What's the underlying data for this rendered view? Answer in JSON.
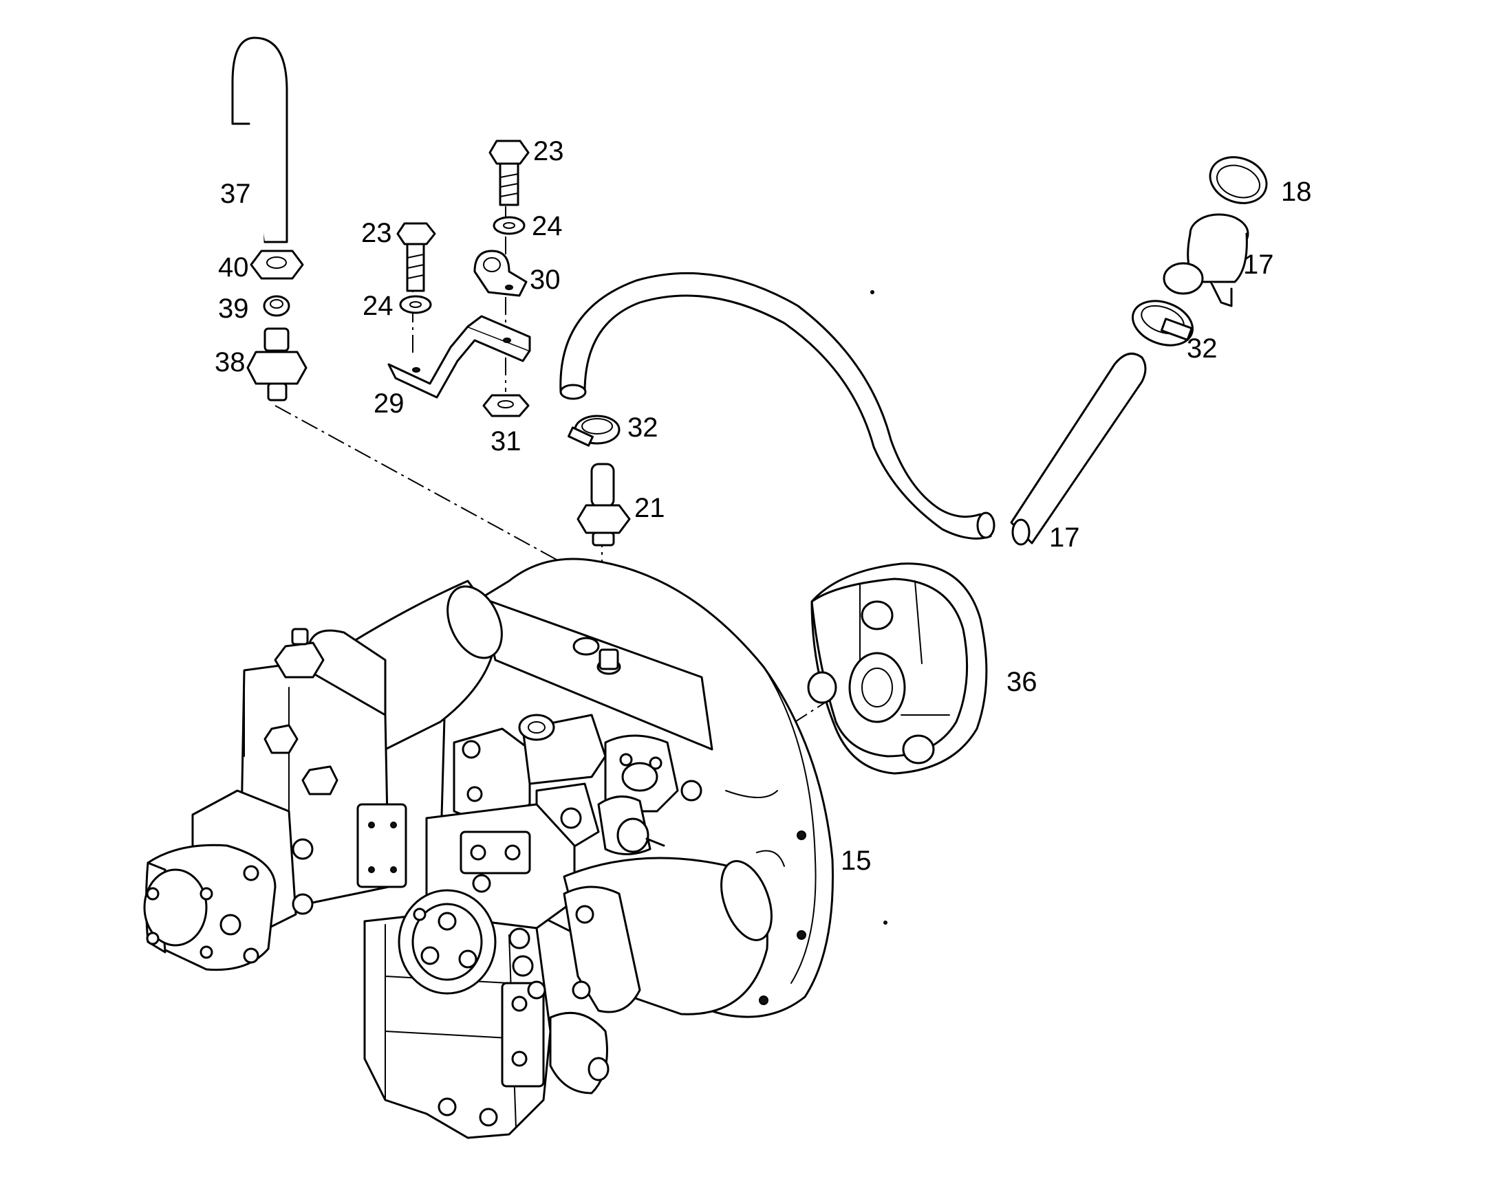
{
  "callouts": {
    "c15": "15",
    "c17a": "17",
    "c17b": "17",
    "c18": "18",
    "c21": "21",
    "c23a": "23",
    "c23b": "23",
    "c24a": "24",
    "c24b": "24",
    "c29": "29",
    "c30": "30",
    "c31": "31",
    "c32a": "32",
    "c32b": "32",
    "c36": "36",
    "c37": "37",
    "c38": "38",
    "c39": "39",
    "c40": "40"
  }
}
